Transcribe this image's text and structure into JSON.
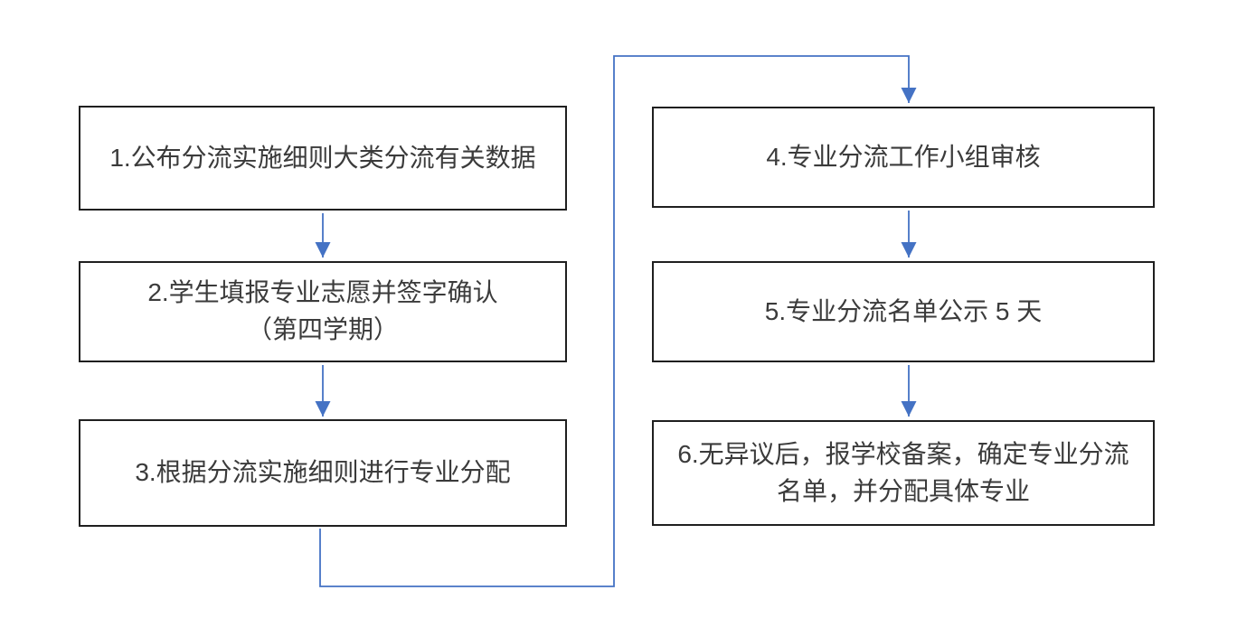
{
  "diagram": {
    "type": "flowchart",
    "steps": [
      {
        "id": "1",
        "label": "1.公布分流实施细则大类分流有关数据"
      },
      {
        "id": "2",
        "label": "2.学生填报专业志愿并签字确认\n（第四学期）"
      },
      {
        "id": "3",
        "label": "3.根据分流实施细则进行专业分配"
      },
      {
        "id": "4",
        "label": "4.专业分流工作小组审核"
      },
      {
        "id": "5",
        "label": "5.专业分流名单公示 5 天"
      },
      {
        "id": "6",
        "label": "6.无异议后，报学校备案，确定专业分流\n名单，并分配具体专业"
      }
    ],
    "connections": [
      {
        "from": "1",
        "to": "2"
      },
      {
        "from": "2",
        "to": "3"
      },
      {
        "from": "3",
        "to": "4"
      },
      {
        "from": "4",
        "to": "5"
      },
      {
        "from": "5",
        "to": "6"
      }
    ]
  },
  "colors": {
    "connector": "#4472C4",
    "box_border": "#1F1F1F",
    "text": "#3B3B3B",
    "background": "#FFFFFF"
  }
}
